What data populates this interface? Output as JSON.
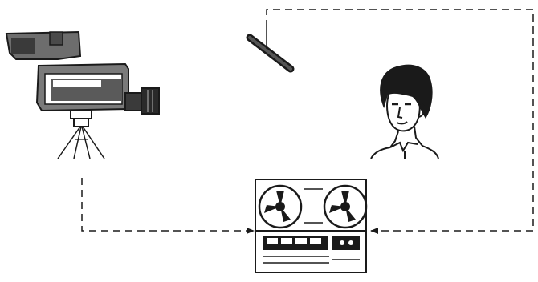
{
  "diagram": {
    "components": [
      {
        "id": "camera",
        "icon": "video-camera-on-tripod-icon"
      },
      {
        "id": "microphone",
        "icon": "microphone-icon"
      },
      {
        "id": "subject",
        "icon": "person-portrait-icon"
      },
      {
        "id": "recorder",
        "icon": "reel-to-reel-tape-recorder-icon"
      }
    ],
    "connections": [
      {
        "from": "camera",
        "to": "recorder",
        "style": "dashed",
        "arrow": "end"
      },
      {
        "from": "microphone",
        "to": "recorder",
        "style": "dashed",
        "arrow": "end"
      }
    ],
    "colors": {
      "ink": "#1a1a1a",
      "background": "#ffffff",
      "shade": "#6d6d6d"
    }
  }
}
